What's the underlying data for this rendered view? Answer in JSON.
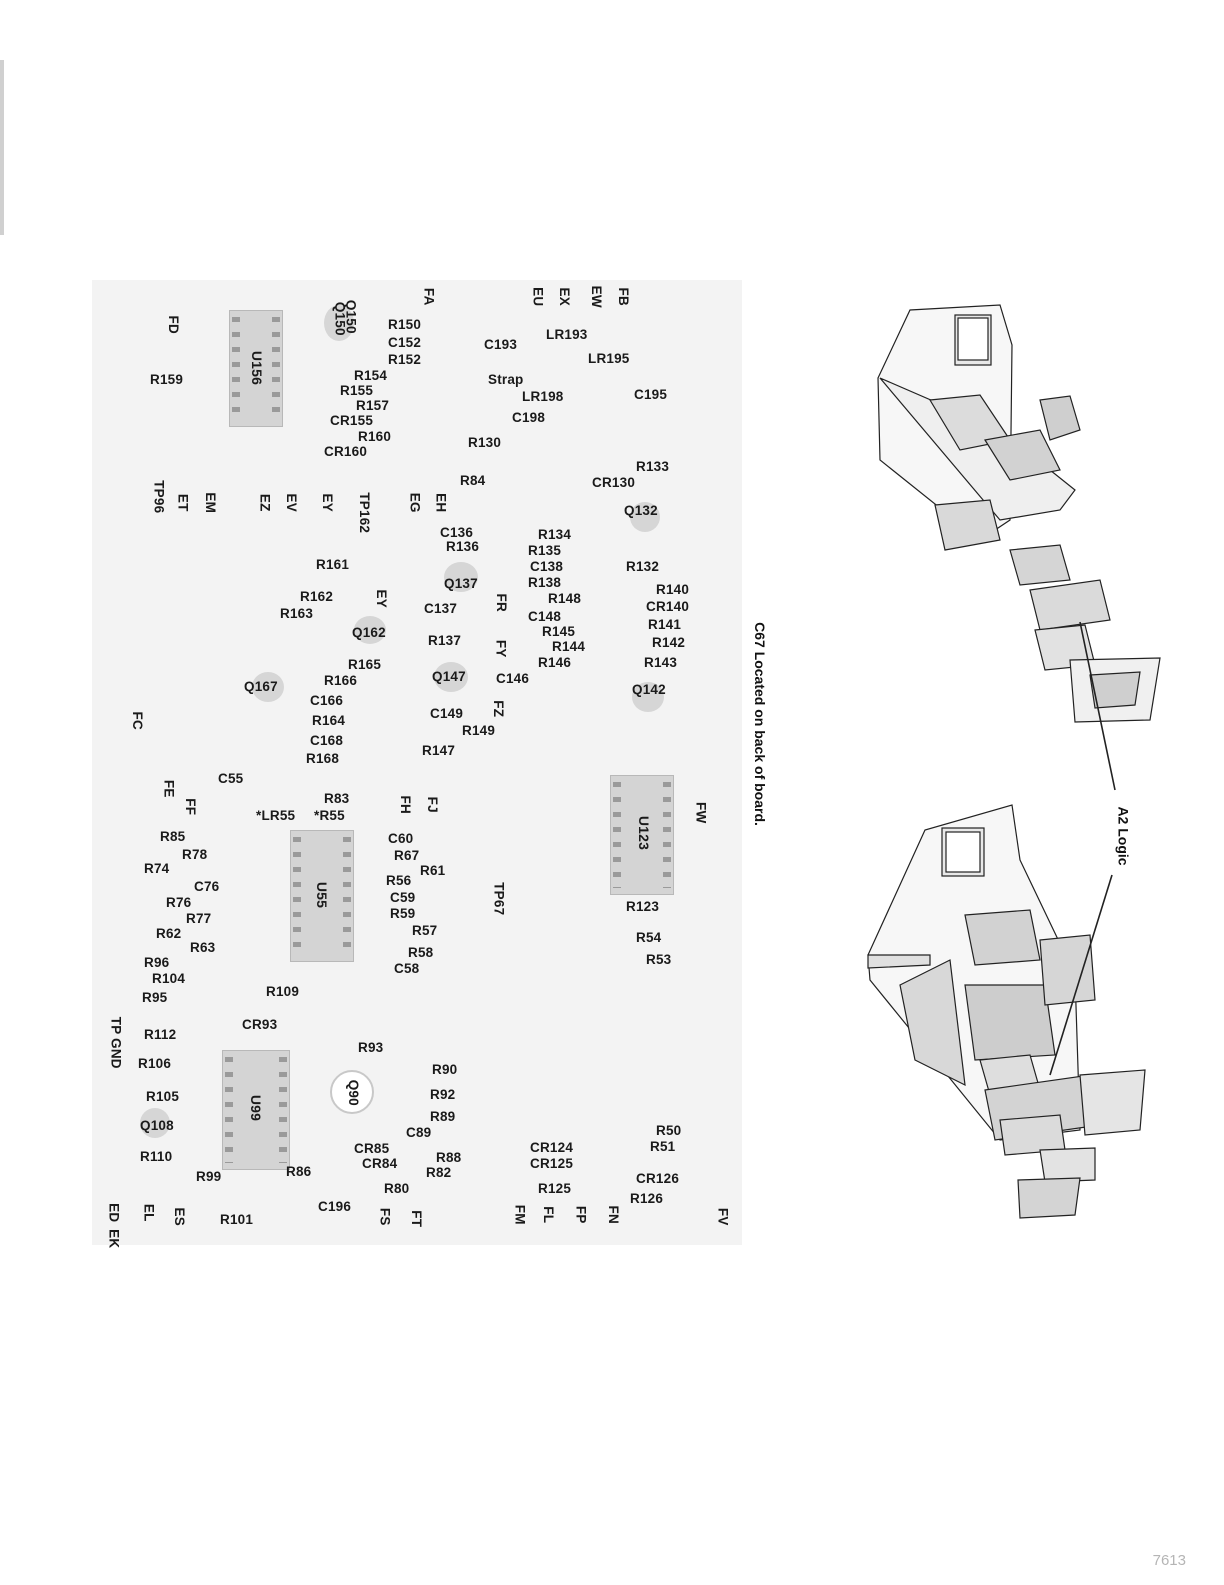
{
  "board_title": "A2 Logic",
  "note": "C67 Located on back of board.",
  "page_number": "7613",
  "chips": [
    "U156",
    "U55",
    "U99",
    "U123"
  ],
  "transistors": [
    "Q150",
    "Q90"
  ],
  "labels": [
    "FA",
    "EU",
    "EX",
    "EW",
    "FB",
    "Q150",
    "R150",
    "C152",
    "R152",
    "C193",
    "LR193",
    "LR195",
    "FD",
    "R159",
    "R154",
    "R155",
    "R157",
    "CR155",
    "R160",
    "CR160",
    "Strap",
    "LR198",
    "C198",
    "C195",
    "R130",
    "R84",
    "R133",
    "CR130",
    "TP96",
    "ET",
    "EM",
    "EZ",
    "EV",
    "EY",
    "TP162",
    "EG",
    "EH",
    "C136",
    "R136",
    "R134",
    "R135",
    "C138",
    "R138",
    "R148",
    "C148",
    "R145",
    "R144",
    "R146",
    "Q132",
    "R132",
    "R140",
    "CR140",
    "R141",
    "R142",
    "R143",
    "Q142",
    "R161",
    "R162",
    "R163",
    "EY",
    "Q162",
    "Q137",
    "C137",
    "FR",
    "R137",
    "FY",
    "R165",
    "R166",
    "Q147",
    "C146",
    "Q167",
    "C166",
    "R164",
    "C168",
    "R168",
    "C149",
    "FZ",
    "R149",
    "R147",
    "FC",
    "C55",
    "FE",
    "FF",
    "R83",
    "*LR55",
    "*R55",
    "FH",
    "FJ",
    "FW",
    "R85",
    "R78",
    "R74",
    "C60",
    "R67",
    "R61",
    "C76",
    "R76",
    "R77",
    "R62",
    "R63",
    "R96",
    "R104",
    "R95",
    "R56",
    "C59",
    "R59",
    "R57",
    "R58",
    "C58",
    "TP67",
    "R123",
    "R54",
    "R53",
    "R109",
    "CR93",
    "R112",
    "TP GND",
    "R106",
    "R93",
    "R90",
    "R105",
    "R92",
    "R89",
    "C89",
    "Q108",
    "R110",
    "R50",
    "R51",
    "CR85",
    "CR84",
    "R88",
    "R82",
    "CR124",
    "CR125",
    "R99",
    "R86",
    "R80",
    "R125",
    "CR126",
    "R126",
    "ED",
    "EK",
    "EL",
    "ES",
    "R101",
    "C196",
    "FS",
    "FT",
    "FM",
    "FL",
    "FP",
    "FN",
    "FV"
  ]
}
